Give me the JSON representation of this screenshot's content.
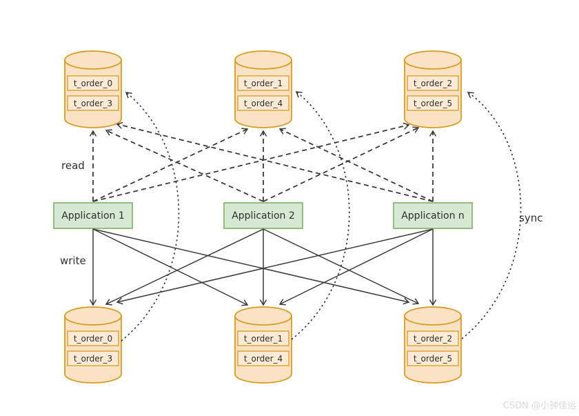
{
  "diagram": {
    "edge_labels": {
      "read": "read",
      "write": "write",
      "sync": "sync"
    },
    "applications": [
      {
        "label": "Application 1"
      },
      {
        "label": "Application 2"
      },
      {
        "label": "Application n"
      }
    ],
    "replica_databases": [
      {
        "tables": [
          "t_order_0",
          "t_order_3"
        ]
      },
      {
        "tables": [
          "t_order_1",
          "t_order_4"
        ]
      },
      {
        "tables": [
          "t_order_2",
          "t_order_5"
        ]
      }
    ],
    "primary_databases": [
      {
        "tables": [
          "t_order_0",
          "t_order_3"
        ]
      },
      {
        "tables": [
          "t_order_1",
          "t_order_4"
        ]
      },
      {
        "tables": [
          "t_order_2",
          "t_order_5"
        ]
      }
    ],
    "watermark": "CSDN @小钟佳运",
    "colors": {
      "db_fill": "#FBE2C4",
      "db_stroke": "#D89C1E",
      "table_fill": "#FDEAD5",
      "app_fill": "#D6E9D3",
      "app_stroke": "#85B36D",
      "edge": "#3a3a3a",
      "watermark": "#d9d9d9"
    }
  }
}
